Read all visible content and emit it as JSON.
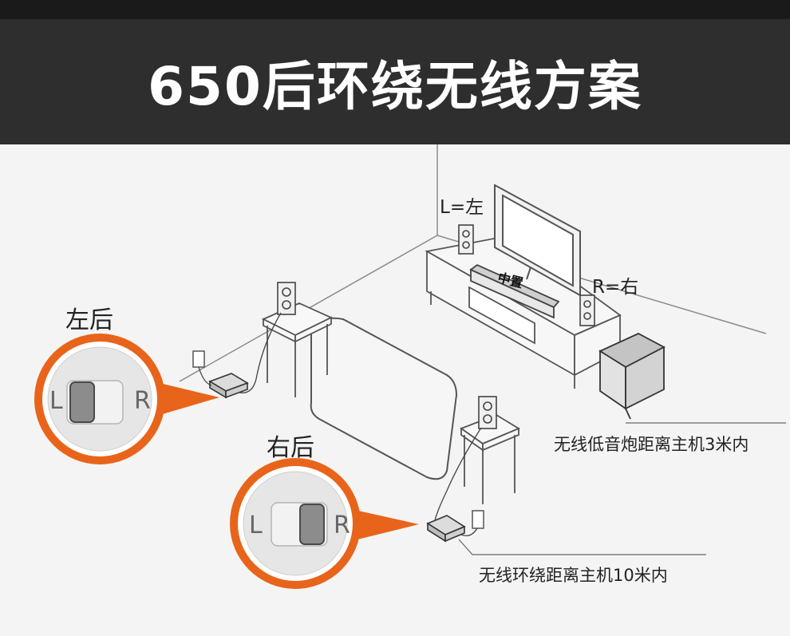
{
  "header": {
    "title": "650后环绕无线方案"
  },
  "labels": {
    "left_rear": "左后",
    "right_rear": "右后",
    "left_front": "L=左",
    "right_front": "R=右",
    "center": "中置",
    "subwoofer_note": "无线低音炮距离主机3米内",
    "rear_note": "无线环绕距离主机10米内"
  },
  "switch": {
    "left_letter": "L",
    "right_letter": "R"
  },
  "colors": {
    "header_bg": "#2e2e2e",
    "accent_orange": "#e8641a",
    "line": "#555555"
  }
}
